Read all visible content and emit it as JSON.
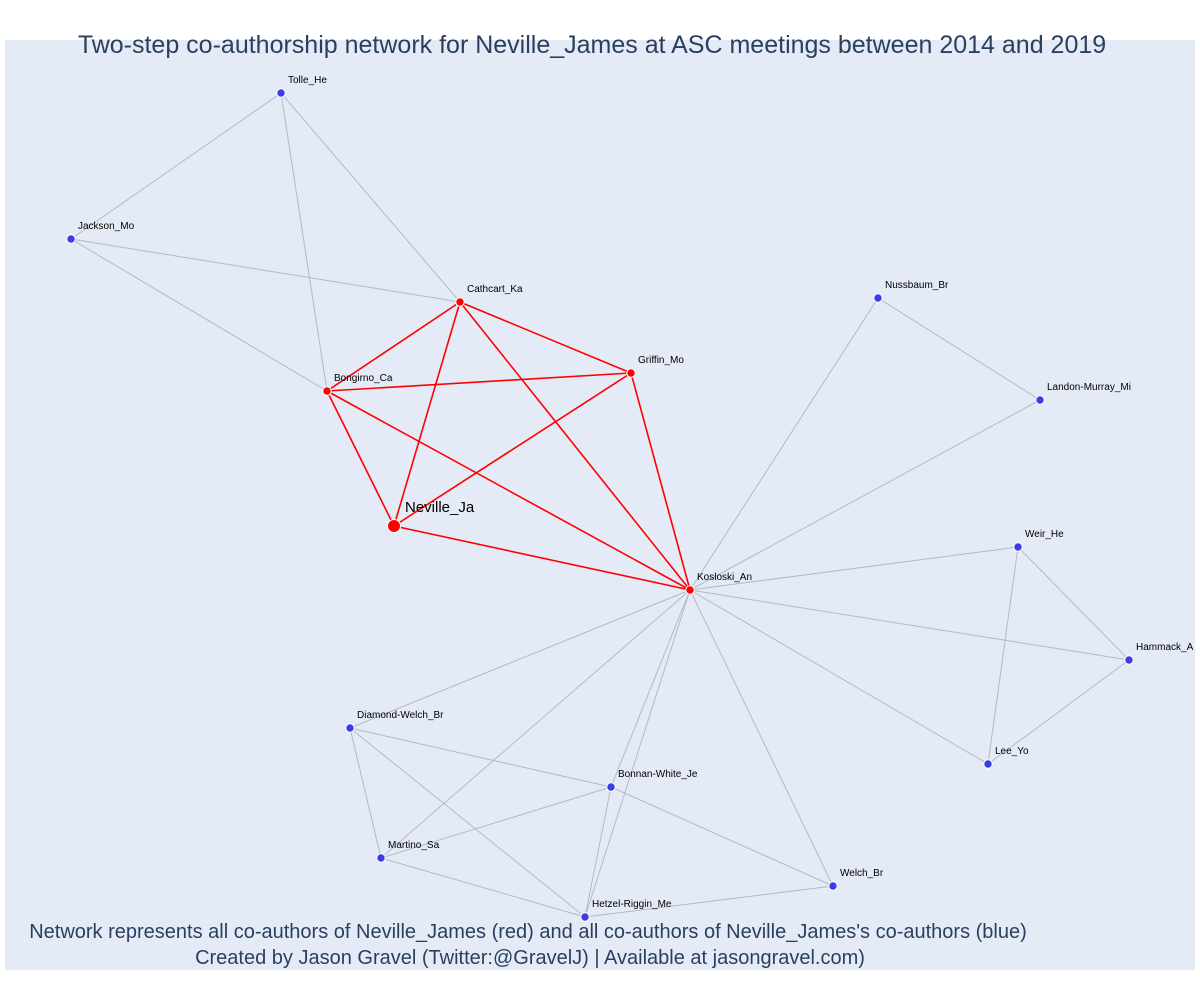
{
  "title": "Two-step co-authorship network for Neville_James at ASC meetings between 2014 and 2019",
  "caption_lines": [
    "Network represents all co-authors of Neville_James (red) and all co-authors of Neville_James's co-authors (blue)",
    "Created by Jason Gravel (Twitter:@GravelJ) | Available at jasongravel.com)"
  ],
  "colors": {
    "plot_bg": "#e5ebf6",
    "first_degree": "#ff0000",
    "second_degree": "#3b3bea",
    "edge_first": "#ff0000",
    "edge_second": "#b4b8c8",
    "text": "#2a3f5f"
  },
  "chart_data": {
    "type": "network",
    "nodes": [
      {
        "id": "Neville_Ja",
        "label": "Neville_Ja",
        "group": "ego"
      },
      {
        "id": "Tolle_He",
        "label": "Tolle_He",
        "group": "second"
      },
      {
        "id": "Jackson_Mo",
        "label": "Jackson_Mo",
        "group": "second"
      },
      {
        "id": "Cathcart_Ka",
        "label": "Cathcart_Ka",
        "group": "first"
      },
      {
        "id": "Griffin_Mo",
        "label": "Griffin_Mo",
        "group": "first"
      },
      {
        "id": "Bongirno_Ca",
        "label": "Bongirno_Ca",
        "group": "first"
      },
      {
        "id": "Kosloski_An",
        "label": "Kosloski_An",
        "group": "first"
      },
      {
        "id": "Nussbaum_Br",
        "label": "Nussbaum_Br",
        "group": "second"
      },
      {
        "id": "Landon-Murray_Mi",
        "label": "Landon-Murray_Mi",
        "group": "second"
      },
      {
        "id": "Weir_He",
        "label": "Weir_He",
        "group": "second"
      },
      {
        "id": "Hammack_A",
        "label": "Hammack_A",
        "group": "second"
      },
      {
        "id": "Lee_Yo",
        "label": "Lee_Yo",
        "group": "second"
      },
      {
        "id": "Diamond-Welch_Br",
        "label": "Diamond-Welch_Br",
        "group": "second"
      },
      {
        "id": "Bonnan-White_Je",
        "label": "Bonnan-White_Je",
        "group": "second"
      },
      {
        "id": "Martino_Sa",
        "label": "Martino_Sa",
        "group": "second"
      },
      {
        "id": "Welch_Br",
        "label": "Welch_Br",
        "group": "second"
      },
      {
        "id": "Hetzel-Riggin_Me",
        "label": "Hetzel-Riggin_Me",
        "group": "second"
      }
    ],
    "edges": [
      [
        "Neville_Ja",
        "Cathcart_Ka"
      ],
      [
        "Neville_Ja",
        "Bongirno_Ca"
      ],
      [
        "Neville_Ja",
        "Griffin_Mo"
      ],
      [
        "Neville_Ja",
        "Kosloski_An"
      ],
      [
        "Cathcart_Ka",
        "Bongirno_Ca"
      ],
      [
        "Cathcart_Ka",
        "Griffin_Mo"
      ],
      [
        "Cathcart_Ka",
        "Kosloski_An"
      ],
      [
        "Bongirno_Ca",
        "Griffin_Mo"
      ],
      [
        "Bongirno_Ca",
        "Kosloski_An"
      ],
      [
        "Griffin_Mo",
        "Kosloski_An"
      ],
      [
        "Tolle_He",
        "Jackson_Mo"
      ],
      [
        "Tolle_He",
        "Bongirno_Ca"
      ],
      [
        "Tolle_He",
        "Cathcart_Ka"
      ],
      [
        "Jackson_Mo",
        "Cathcart_Ka"
      ],
      [
        "Jackson_Mo",
        "Bongirno_Ca"
      ],
      [
        "Nussbaum_Br",
        "Landon-Murray_Mi"
      ],
      [
        "Nussbaum_Br",
        "Kosloski_An"
      ],
      [
        "Landon-Murray_Mi",
        "Kosloski_An"
      ],
      [
        "Kosloski_An",
        "Weir_He"
      ],
      [
        "Kosloski_An",
        "Hammack_A"
      ],
      [
        "Kosloski_An",
        "Lee_Yo"
      ],
      [
        "Kosloski_An",
        "Diamond-Welch_Br"
      ],
      [
        "Kosloski_An",
        "Martino_Sa"
      ],
      [
        "Kosloski_An",
        "Bonnan-White_Je"
      ],
      [
        "Kosloski_An",
        "Hetzel-Riggin_Me"
      ],
      [
        "Kosloski_An",
        "Welch_Br"
      ],
      [
        "Weir_He",
        "Hammack_A"
      ],
      [
        "Weir_He",
        "Lee_Yo"
      ],
      [
        "Hammack_A",
        "Lee_Yo"
      ],
      [
        "Diamond-Welch_Br",
        "Martino_Sa"
      ],
      [
        "Diamond-Welch_Br",
        "Bonnan-White_Je"
      ],
      [
        "Diamond-Welch_Br",
        "Hetzel-Riggin_Me"
      ],
      [
        "Martino_Sa",
        "Bonnan-White_Je"
      ],
      [
        "Martino_Sa",
        "Hetzel-Riggin_Me"
      ],
      [
        "Bonnan-White_Je",
        "Hetzel-Riggin_Me"
      ],
      [
        "Bonnan-White_Je",
        "Welch_Br"
      ],
      [
        "Hetzel-Riggin_Me",
        "Welch_Br"
      ]
    ]
  }
}
